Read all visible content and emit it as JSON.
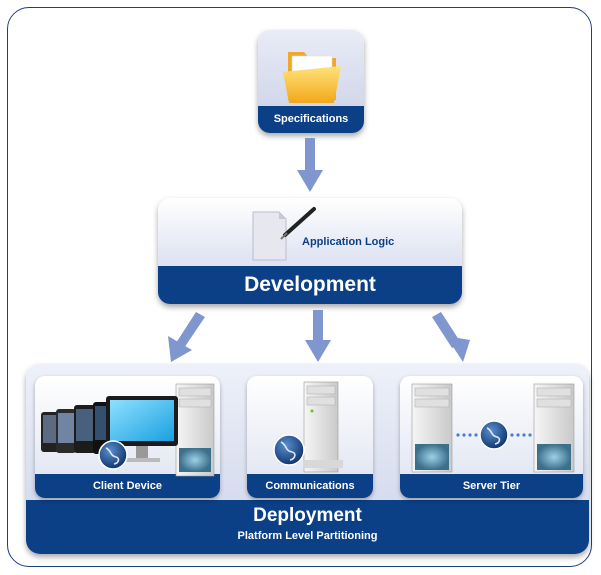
{
  "specifications": {
    "label": "Specifications"
  },
  "development": {
    "title": "Development",
    "app_logic_label": "Application Logic"
  },
  "deployment": {
    "title": "Deployment",
    "subtitle": "Platform Level Partitioning",
    "tiers": [
      {
        "label": "Client Device"
      },
      {
        "label": "Communications"
      },
      {
        "label": "Server Tier"
      }
    ]
  },
  "colors": {
    "navy": "#0b3f86",
    "arrow": "#7f96cf",
    "border": "#1f3f7a"
  },
  "icons": [
    "folder-icon",
    "document-pen-icon",
    "mobile-phones-icon",
    "monitor-icon",
    "server-tower-icon",
    "globe-icon"
  ]
}
